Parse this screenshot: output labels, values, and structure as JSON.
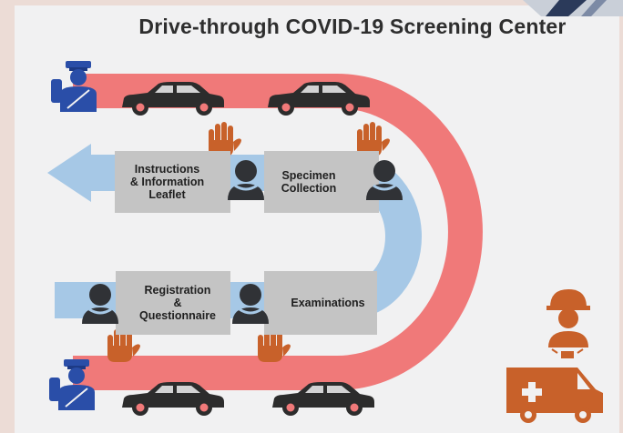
{
  "title": "Drive-through COVID-19 Screening Center",
  "stations": {
    "instructions": "Instructions\n& Information\nLeaflet",
    "specimen": "Specimen\nCollection",
    "registration": "Registration\n&\nQuestionnaire",
    "examinations": "Examinations"
  },
  "colors": {
    "road": "#f07979",
    "lane": "#a6c8e6",
    "box": "#c4c4c4",
    "hand": "#c8612a",
    "officer": "#2a4ea8",
    "person": "#303236",
    "car": "#2c2c2c",
    "medic": "#c8612a"
  },
  "icons": [
    "police-officer-icon",
    "car-icon",
    "stop-hand-icon",
    "health-worker-icon",
    "paramedic-icon",
    "ambulance-icon",
    "exit-arrow-icon"
  ]
}
